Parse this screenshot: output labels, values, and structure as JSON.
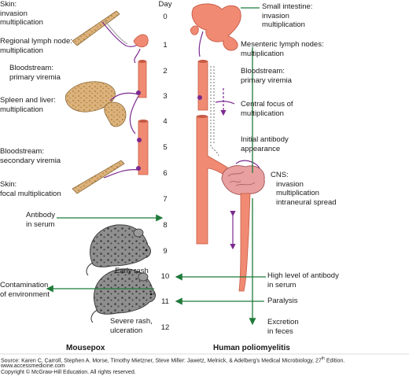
{
  "header": {
    "day_label": "Day"
  },
  "days": [
    "0",
    "1",
    "2",
    "3",
    "4",
    "5",
    "6",
    "7",
    "8",
    "9",
    "10",
    "11",
    "12"
  ],
  "mousepox": {
    "title": "Mousepox",
    "skin_invasion": [
      "Skin:",
      "invasion",
      "multiplication"
    ],
    "lymph_node": [
      "Regional lymph node:",
      "multiplication"
    ],
    "primary_viremia": [
      "Bloodstream:",
      "primary viremia"
    ],
    "spleen_liver": [
      "Spleen and liver:",
      "multiplication"
    ],
    "secondary_viremia": [
      "Bloodstream:",
      "secondary viremia"
    ],
    "skin_focal": [
      "Skin:",
      "focal multiplication"
    ],
    "antibody": [
      "Antibody",
      "in serum"
    ],
    "early_rash": "Early rash",
    "contamination": [
      "Contamination",
      "of environment"
    ],
    "severe_rash": [
      "Severe rash,",
      "ulceration"
    ]
  },
  "polio": {
    "title": "Human poliomyelitis",
    "small_intestine": [
      "Small intestine:",
      "invasion",
      "multiplication"
    ],
    "mesenteric": [
      "Mesenteric lymph nodes:",
      "multiplication"
    ],
    "primary_viremia": [
      "Bloodstream:",
      "primary viremia"
    ],
    "central_focus": [
      "Central focus of",
      "multiplication"
    ],
    "initial_antibody": [
      "Initial antibody",
      "appearance"
    ],
    "cns": [
      "CNS:",
      "invasion",
      "multiplication",
      "intraneural spread"
    ],
    "high_antibody": [
      "High level of antibody",
      "in serum"
    ],
    "paralysis": "Paralysis",
    "excretion": [
      "Excretion",
      "in feces"
    ]
  },
  "footer": {
    "source_prefix": "Source: Karen C. Carroll, Stephen A. Morse, Timothy Mietzner, Steve Miller: Jawetz, Melnick, & Adelberg's Medical Microbiology, 27",
    "source_sup": "th",
    "source_suffix": " Edition.",
    "url": "www.accessmedicine.com",
    "copyright": "Copyright © McGraw-Hill Education.  All rights reserved."
  },
  "colors": {
    "arrow_green": "#1f7a3a",
    "vessel": "#f08a72",
    "vessel_dark": "#c65a45",
    "organ": "#dcb27c",
    "organ_spot": "#a8742e",
    "virus_purple": "#7b2a8f",
    "mouse_gray": "#8a8a8a",
    "brain": "#e8a0a0"
  }
}
